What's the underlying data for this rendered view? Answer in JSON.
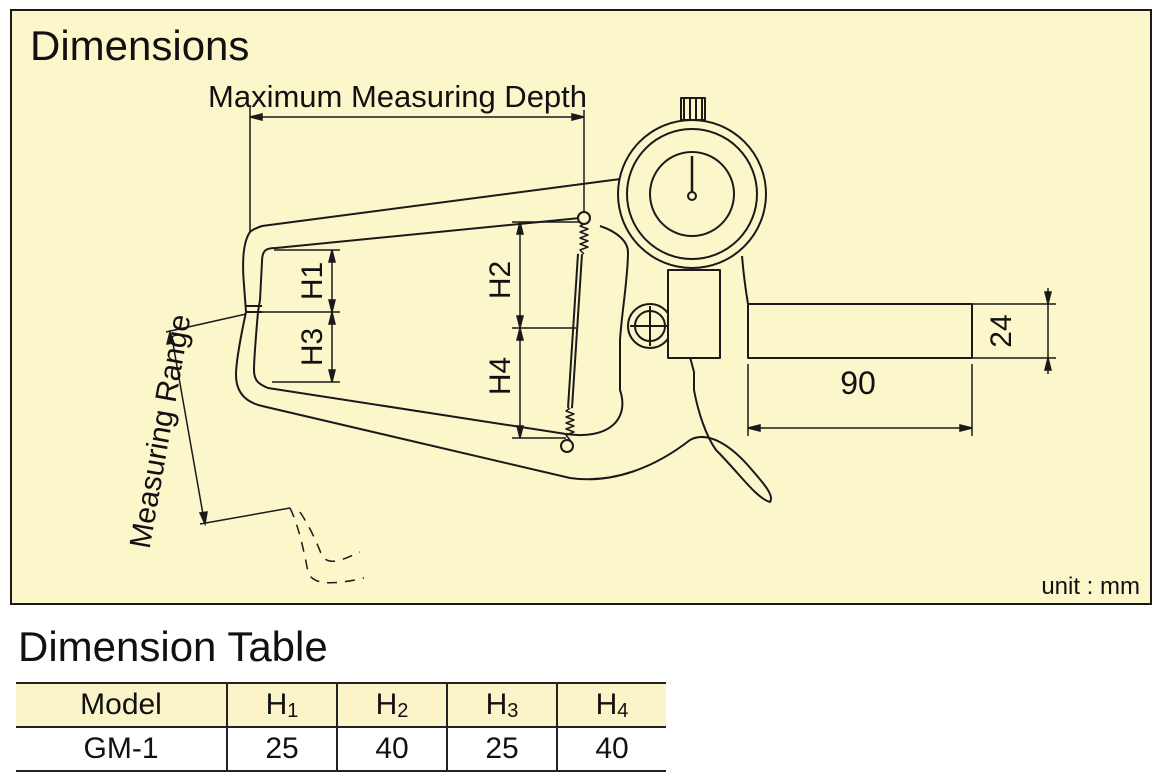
{
  "diagram": {
    "title": "Dimensions",
    "labels": {
      "max_depth": "Maximum Measuring Depth",
      "measuring_range": "Measuring Range",
      "h1": "H1",
      "h2": "H2",
      "h3": "H3",
      "h4": "H4",
      "length": "90",
      "height": "24",
      "unit": "unit : mm"
    },
    "colors": {
      "background": "#fcf6cb",
      "line": "#1a1a1a"
    }
  },
  "table": {
    "title": "Dimension Table",
    "headers": {
      "model": "Model",
      "h1": {
        "letter": "H",
        "index": "1"
      },
      "h2": {
        "letter": "H",
        "index": "2"
      },
      "h3": {
        "letter": "H",
        "index": "3"
      },
      "h4": {
        "letter": "H",
        "index": "4"
      }
    },
    "rows": [
      {
        "model": "GM-1",
        "h1": "25",
        "h2": "40",
        "h3": "25",
        "h4": "40"
      }
    ]
  }
}
